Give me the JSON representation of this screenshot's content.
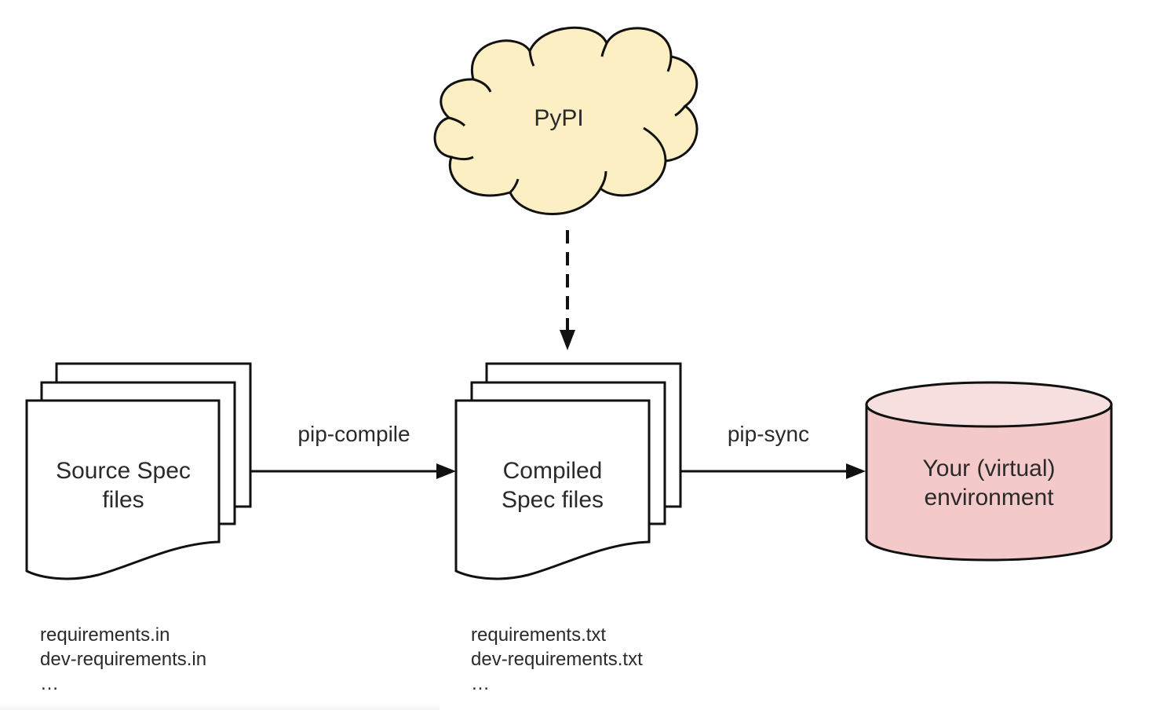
{
  "nodes": {
    "pypi": {
      "label": "PyPI",
      "fill": "#fdefc4"
    },
    "source_spec": {
      "label_lines": [
        "Source Spec",
        "files"
      ],
      "fill": "#ffffff"
    },
    "compiled_spec": {
      "label_lines": [
        "Compiled",
        "Spec files"
      ],
      "fill": "#ffffff"
    },
    "environment": {
      "label_lines": [
        "Your (virtual)",
        "environment"
      ],
      "fill": "#f4c9ca",
      "top_fill": "#f7dfe0"
    }
  },
  "edges": {
    "pip_compile": {
      "label": "pip-compile",
      "from": "source_spec",
      "to": "compiled_spec",
      "style": "solid"
    },
    "pip_sync": {
      "label": "pip-sync",
      "from": "compiled_spec",
      "to": "environment",
      "style": "solid"
    },
    "pypi_to_compiled": {
      "label": "",
      "from": "pypi",
      "to": "compiled_spec",
      "style": "dashed"
    }
  },
  "file_lists": {
    "source": [
      "requirements.in",
      "dev-requirements.in",
      "…"
    ],
    "compiled": [
      "requirements.txt",
      "dev-requirements.txt",
      "…"
    ]
  },
  "colors": {
    "stroke": "#111111"
  }
}
